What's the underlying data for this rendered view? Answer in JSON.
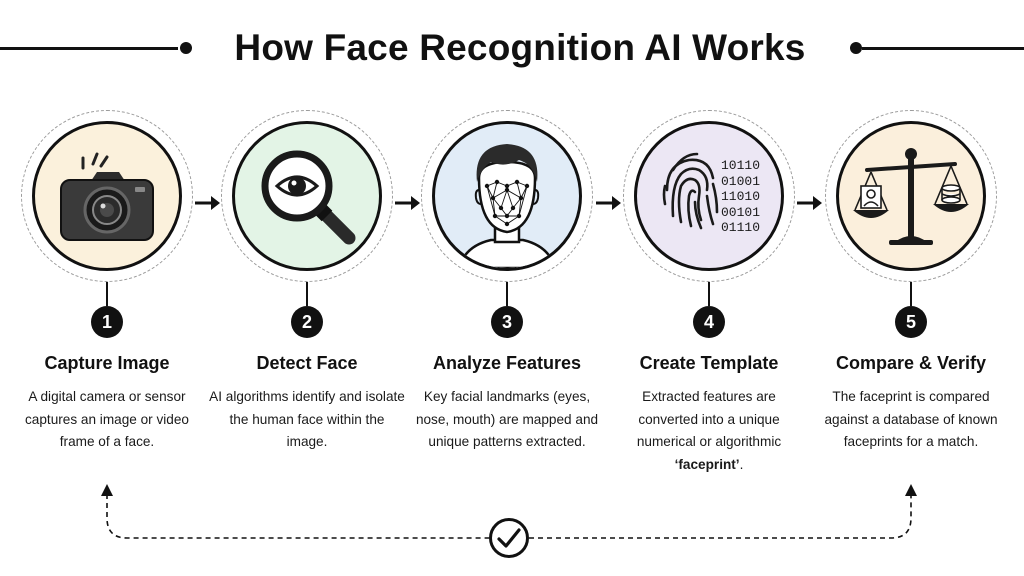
{
  "title": "How Face Recognition AI Works",
  "template_code": [
    "10110",
    "01001",
    "11010",
    "00101",
    "01110"
  ],
  "colors": {
    "ink": "#111111",
    "capture_bg": "#fbf1dc",
    "detect_bg": "#e3f4e6",
    "analyze_bg": "#e1ecf7",
    "template_bg": "#ece7f4",
    "compare_bg": "#fbefdc"
  },
  "steps": [
    {
      "number": "1",
      "title": "Capture Image",
      "icon": "camera-icon",
      "description": "A digital camera or sensor captures an image or video frame of a face."
    },
    {
      "number": "2",
      "title": "Detect Face",
      "icon": "magnifier-eye-icon",
      "description": "AI algorithms identify and isolate the human face within the image."
    },
    {
      "number": "3",
      "title": "Analyze Features",
      "icon": "face-mesh-icon",
      "description": "Key facial landmarks (eyes, nose, mouth) are mapped and unique patterns extracted."
    },
    {
      "number": "4",
      "title": "Create Template",
      "icon": "fingerprint-icon",
      "description_before": "Extracted features are converted into a unique numerical or algorithmic ",
      "description_emphasis": "‘faceprint’",
      "description_after": "."
    },
    {
      "number": "5",
      "title": "Compare & Verify",
      "icon": "scale-icon",
      "description": "The faceprint is compared against a database of known faceprints for a match."
    }
  ],
  "loop_icon": "checkmark-icon"
}
